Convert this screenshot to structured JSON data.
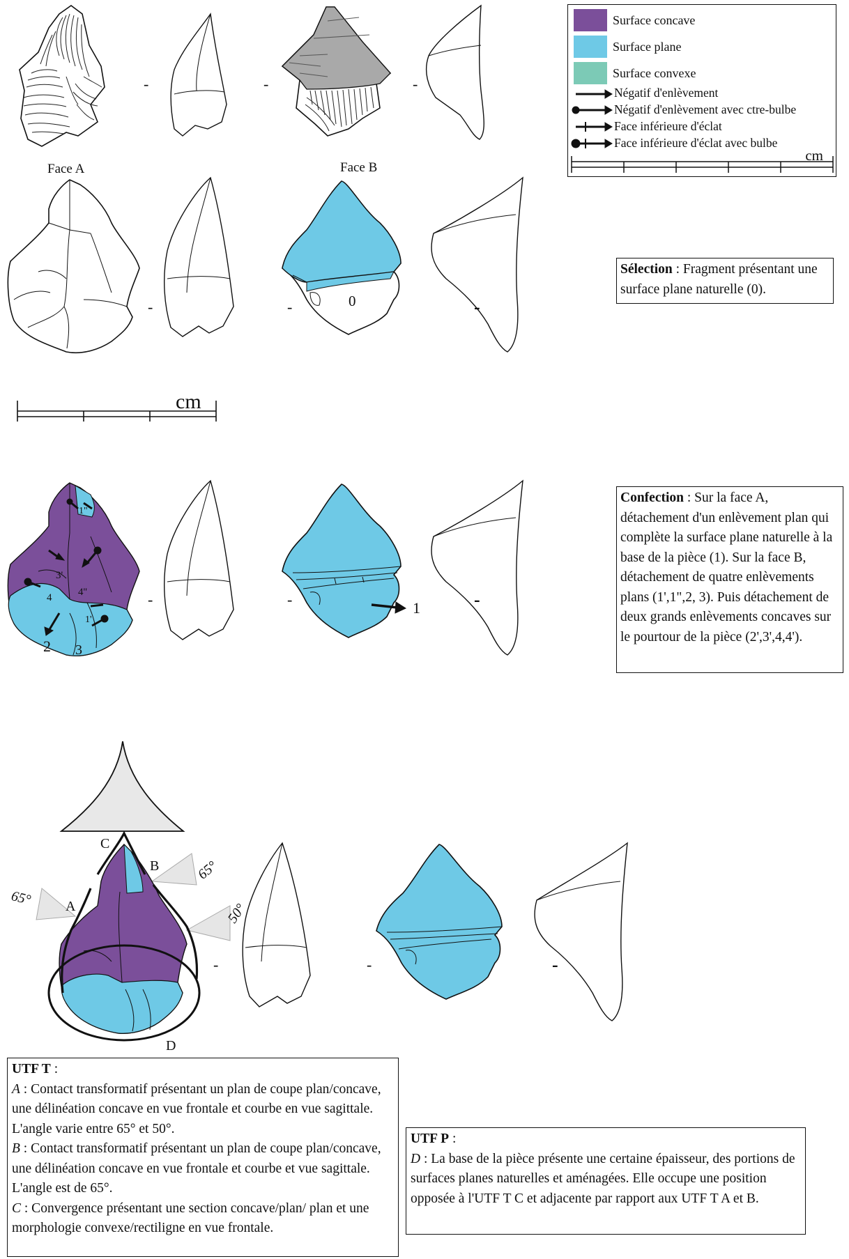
{
  "colors": {
    "concave": "#7b4f9a",
    "plane": "#6ec9e6",
    "convex": "#7ccab6",
    "ink": "#111111",
    "grey": "#a9a9a9"
  },
  "row1": {
    "face_a": "Face A",
    "face_b": "Face B",
    "sep": "-"
  },
  "legend": {
    "items": [
      {
        "label": "Surface concave",
        "color": "#7b4f9a"
      },
      {
        "label": "Surface plane",
        "color": "#6ec9e6"
      },
      {
        "label": "Surface convexe",
        "color": "#7ccab6"
      }
    ],
    "arrows": [
      {
        "label": "Négatif d'enlèvement",
        "icon": "arrow-icon"
      },
      {
        "label": "Négatif d'enlèvement avec ctre-bulbe",
        "icon": "arrow-bulb-icon"
      },
      {
        "label": "Face inférieure d'éclat",
        "icon": "cross-arrow-icon"
      },
      {
        "label": "Face inférieure d'éclat avec bulbe",
        "icon": "cross-arrow-bulb-icon"
      }
    ],
    "scale_unit": "cm"
  },
  "row2": {
    "scale_unit": "cm",
    "label_zero": "0",
    "note_title": "Sélection",
    "note_text": " : Fragment présentant une surface plane naturelle (0)."
  },
  "row3": {
    "labels": {
      "l1pp": "1\"",
      "l3p": "3'",
      "l4pp": "4''",
      "l4": "4",
      "l2": "2",
      "l3": "3",
      "l1p": "1'",
      "l1": "1"
    },
    "note_title": "Confection",
    "note_text": " : Sur la face A, détachement d'un enlèvement plan qui complète la surface plane naturelle à la base de la pièce (1). Sur la face B, détachement de quatre enlèvements plans (1',1\",2, 3). Puis détachement de deux grands enlèvements concaves sur le pourtour de la pièce (2',3',4,4')."
  },
  "row4": {
    "labels": {
      "C": "C",
      "B": "B",
      "A": "A",
      "D": "D",
      "angle_left": "65°",
      "angle_right_top": "65°",
      "angle_right_bottom": "50°"
    }
  },
  "utf_t": {
    "title": "UTF T",
    "colon": " :",
    "a_key": "A",
    "a_text": " : Contact transformatif présentant un plan de coupe plan/concave, une délinéation concave en vue frontale et courbe en vue sagittale. L'angle varie entre 65° et 50°.",
    "b_key": "B",
    "b_text": " : Contact transformatif présentant un plan de coupe plan/concave, une délinéation concave en vue frontale et courbe et vue sagittale. L'angle est de 65°.",
    "c_key": "C",
    "c_text": " : Convergence présentant une section concave/plan/ plan et une morphologie convexe/rectiligne en vue frontale."
  },
  "utf_p": {
    "title": "UTF P",
    "colon": " :",
    "d_key": "D",
    "d_text": " : La base de la pièce présente une certaine épaisseur, des portions de surfaces planes naturelles et aménagées. Elle occupe une position opposée à l'UTF T C et adjacente par rapport aux UTF T A et B."
  }
}
